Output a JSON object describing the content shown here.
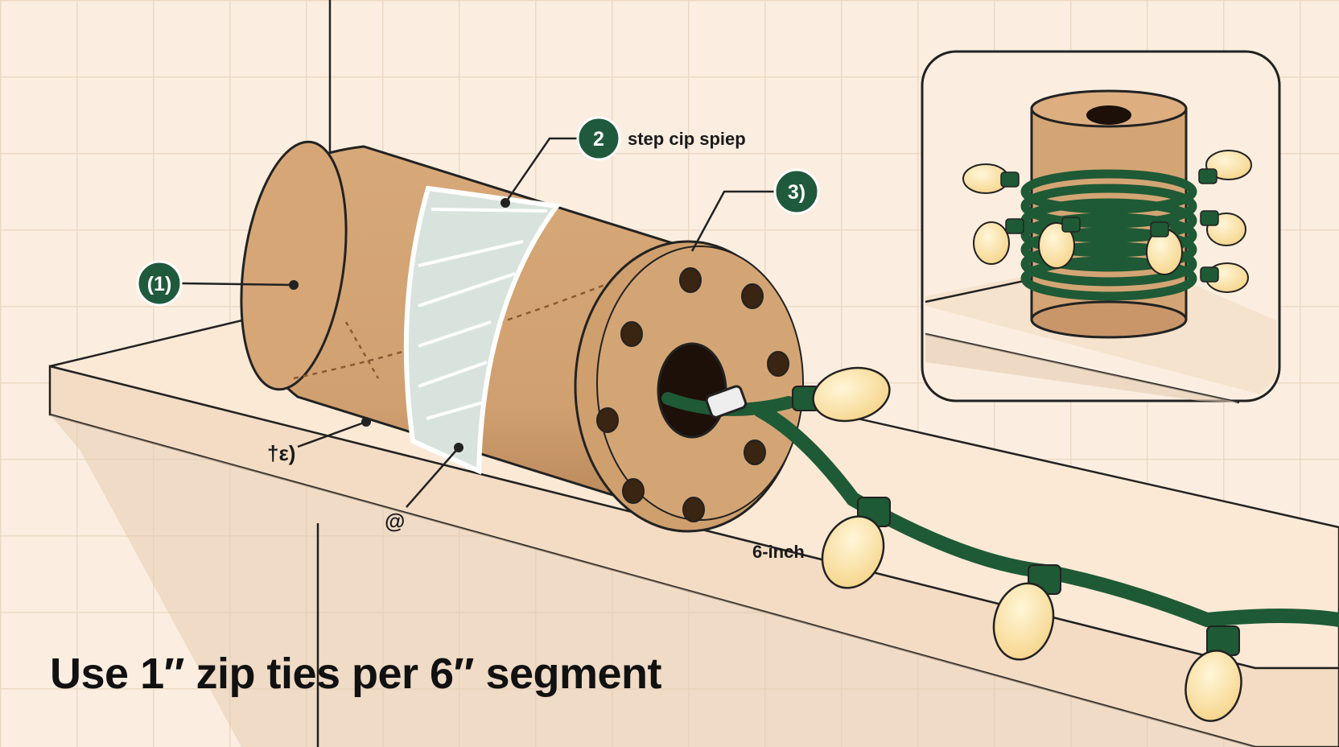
{
  "colors": {
    "background": "#fbeee0",
    "tile_grout": "#ead7c2",
    "cardboard": "#d4a574",
    "cardboard_shadow": "#b8875a",
    "tape": "#d9e2dc",
    "cord_green": "#1e5a35",
    "badge_green": "#1f5a3c",
    "bulb": "#fbe3a4"
  },
  "callouts": {
    "one": {
      "badge": "(1)"
    },
    "two": {
      "badge": "2",
      "text": "step cip spiep"
    },
    "three": {
      "badge": "3)"
    },
    "scribble_a": "†ε)",
    "scribble_b": "@",
    "distance": "6-inch"
  },
  "caption": "Use 1″ zip ties per 6″ segment",
  "inset": {
    "icon": "wrapped-spool-inset"
  }
}
